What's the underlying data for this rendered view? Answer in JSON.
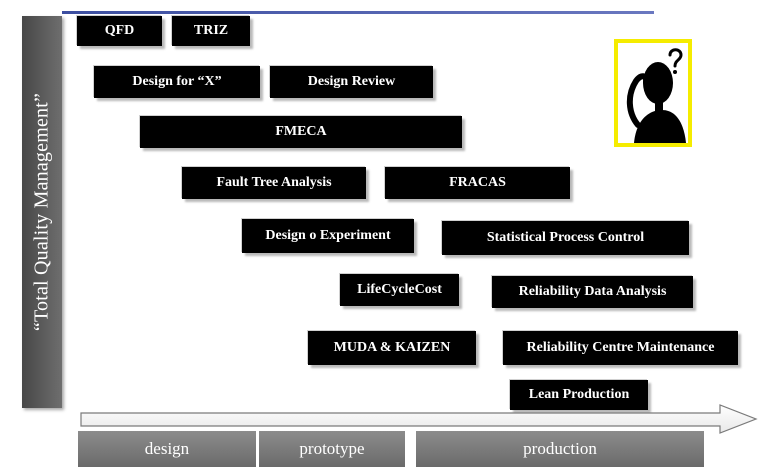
{
  "side_label": "“Total  Quality Management”",
  "tools": {
    "qfd": "QFD",
    "triz": "TRIZ",
    "design_for_x": "Design for “X”",
    "design_review": "Design Review",
    "fmeca": "FMECA",
    "fault_tree_analysis": "Fault Tree Analysis",
    "fracas": "FRACAS",
    "design_of_experiment": "Design o Experiment",
    "statistical_process_control": "Statistical Process Control",
    "life_cycle_cost": "LifeCycleCost",
    "reliability_data_analysis": "Reliability Data Analysis",
    "muda_kaizen": "MUDA & KAIZEN",
    "reliability_centre_maintenance": "Reliability Centre Maintenance",
    "lean_production": "Lean Production"
  },
  "phases": {
    "design": "design",
    "prototype": "prototype",
    "production": "production"
  },
  "colors": {
    "accent_line": "#3c4ea0",
    "side_bar": "#5a5a5a",
    "tool_box": "#000000",
    "mascot_frame": "#f5ec00",
    "phase_bar": "#7a7a7a"
  },
  "icons": {
    "mascot": "confused-thinker-icon"
  }
}
